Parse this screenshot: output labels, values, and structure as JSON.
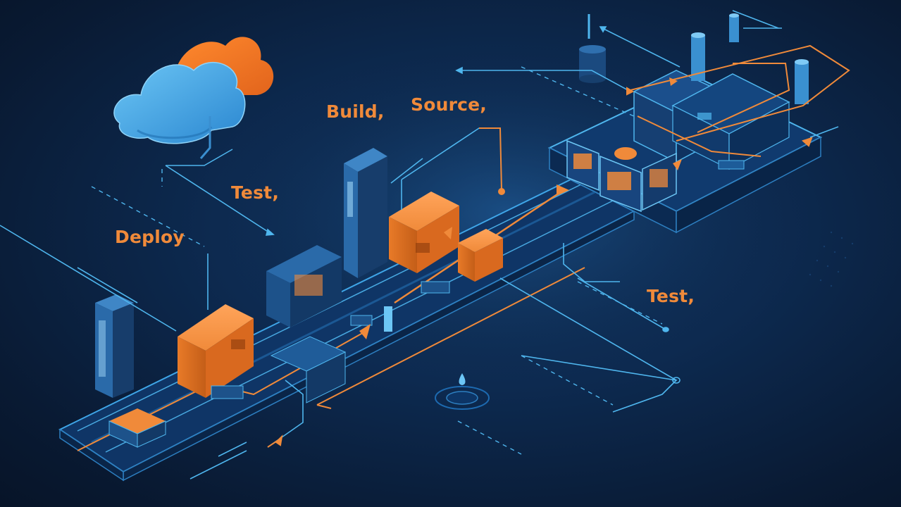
{
  "labels": {
    "build": "Build,",
    "source": "Source,",
    "test_top": "Test,",
    "deploy": "Deploy",
    "test_bottom": "Test,"
  },
  "colors": {
    "background": "#0b1e3a",
    "accent_orange": "#f08a3a",
    "line_blue": "#4fb6ee",
    "cloud_blue": "#3aa4e6"
  }
}
